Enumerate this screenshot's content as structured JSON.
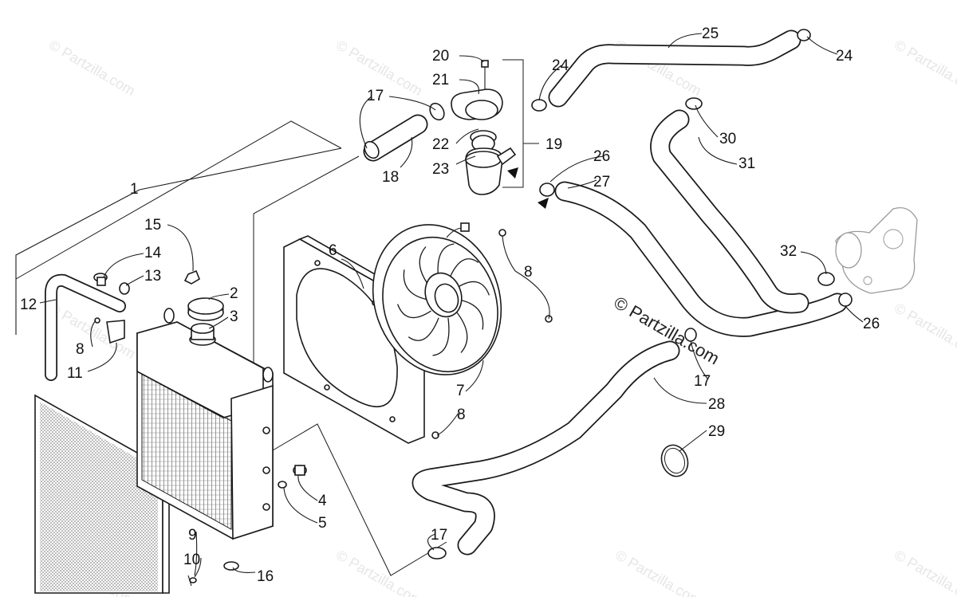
{
  "diagram": {
    "watermark_text": "© Partzilla.com",
    "copyright_text": "© Partzilla.com",
    "callouts": [
      {
        "id": "c1",
        "text": "1"
      },
      {
        "id": "c2",
        "text": "2"
      },
      {
        "id": "c3",
        "text": "3"
      },
      {
        "id": "c4",
        "text": "4"
      },
      {
        "id": "c5",
        "text": "5"
      },
      {
        "id": "c6",
        "text": "6"
      },
      {
        "id": "c7",
        "text": "7"
      },
      {
        "id": "c8a",
        "text": "8"
      },
      {
        "id": "c8b",
        "text": "8"
      },
      {
        "id": "c8c",
        "text": "8"
      },
      {
        "id": "c9",
        "text": "9"
      },
      {
        "id": "c10",
        "text": "10"
      },
      {
        "id": "c11",
        "text": "11"
      },
      {
        "id": "c12",
        "text": "12"
      },
      {
        "id": "c13",
        "text": "13"
      },
      {
        "id": "c14",
        "text": "14"
      },
      {
        "id": "c15",
        "text": "15"
      },
      {
        "id": "c16",
        "text": "16"
      },
      {
        "id": "c17a",
        "text": "17"
      },
      {
        "id": "c17b",
        "text": "17"
      },
      {
        "id": "c17c",
        "text": "17"
      },
      {
        "id": "c18",
        "text": "18"
      },
      {
        "id": "c19",
        "text": "19"
      },
      {
        "id": "c20",
        "text": "20"
      },
      {
        "id": "c21",
        "text": "21"
      },
      {
        "id": "c22",
        "text": "22"
      },
      {
        "id": "c23",
        "text": "23"
      },
      {
        "id": "c24a",
        "text": "24"
      },
      {
        "id": "c24b",
        "text": "24"
      },
      {
        "id": "c25",
        "text": "25"
      },
      {
        "id": "c26a",
        "text": "26"
      },
      {
        "id": "c26b",
        "text": "26"
      },
      {
        "id": "c27",
        "text": "27"
      },
      {
        "id": "c28",
        "text": "28"
      },
      {
        "id": "c29",
        "text": "29"
      },
      {
        "id": "c30",
        "text": "30"
      },
      {
        "id": "c31",
        "text": "31"
      },
      {
        "id": "c32",
        "text": "32"
      }
    ]
  }
}
